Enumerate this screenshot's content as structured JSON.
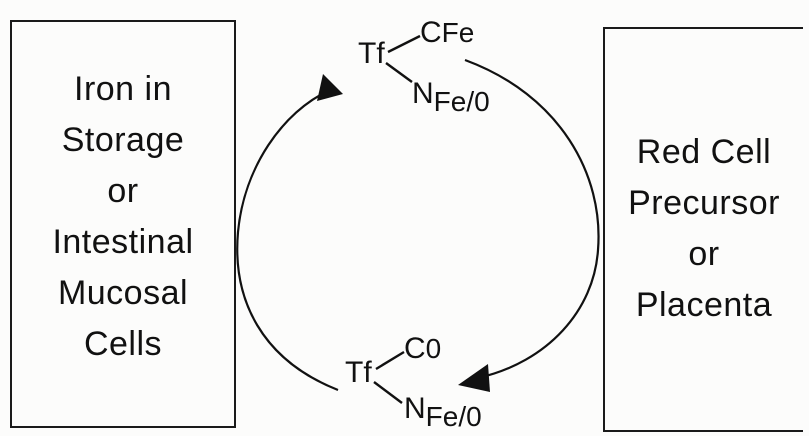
{
  "left_box": {
    "lines": [
      "Iron in",
      "Storage",
      "or",
      "Intestinal",
      "Mucosal",
      "Cells"
    ]
  },
  "right_box": {
    "lines": [
      "Red Cell",
      "Precursor",
      "or",
      "Placenta"
    ]
  },
  "top_complex": {
    "protein": "Tf",
    "c_label": "C",
    "c_state": "Fe",
    "n_label": "N",
    "n_state": "Fe/0"
  },
  "bottom_complex": {
    "protein": "Tf",
    "c_label": "C",
    "c_state": "0",
    "n_label": "N",
    "n_state": "Fe/0"
  },
  "colors": {
    "ink": "#111111",
    "paper": "#fcfcfb"
  }
}
